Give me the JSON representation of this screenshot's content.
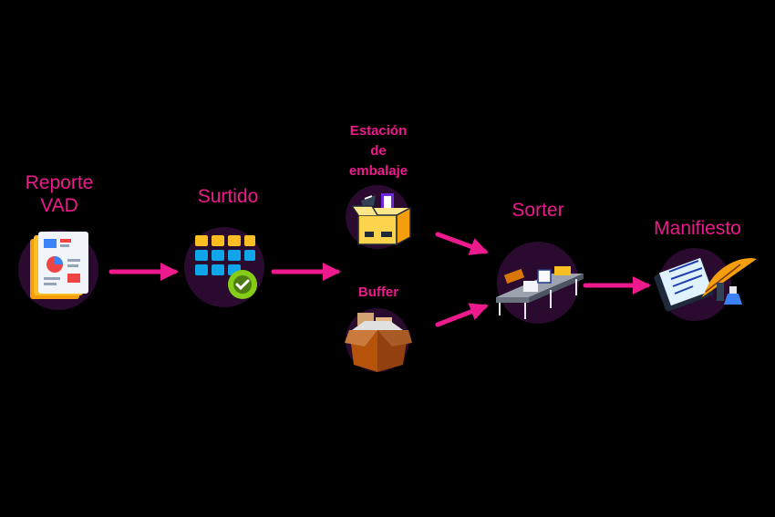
{
  "diagram": {
    "accent_color": "#ec1a8c",
    "node_color": "#2a0a2e",
    "nodes": [
      {
        "id": "reporte",
        "label_line1": "Reporte",
        "label_line2": "VAD",
        "icon": "report-document-icon"
      },
      {
        "id": "surtido",
        "label": "Surtido",
        "icon": "grid-check-icon"
      },
      {
        "id": "estacion",
        "label_line1": "Estación",
        "label_line2": "de",
        "label_line3": "embalaje",
        "icon": "packing-box-icon"
      },
      {
        "id": "buffer",
        "label": "Buffer",
        "icon": "cardboard-box-icon"
      },
      {
        "id": "sorter",
        "label": "Sorter",
        "icon": "conveyor-belt-icon"
      },
      {
        "id": "manifiesto",
        "label": "Manifiesto",
        "icon": "quill-document-icon"
      }
    ],
    "edges": [
      {
        "from": "reporte",
        "to": "surtido"
      },
      {
        "from": "surtido",
        "to": "estacion"
      },
      {
        "from": "surtido",
        "to": "buffer"
      },
      {
        "from": "estacion",
        "to": "sorter"
      },
      {
        "from": "buffer",
        "to": "sorter"
      },
      {
        "from": "sorter",
        "to": "manifiesto"
      }
    ]
  }
}
